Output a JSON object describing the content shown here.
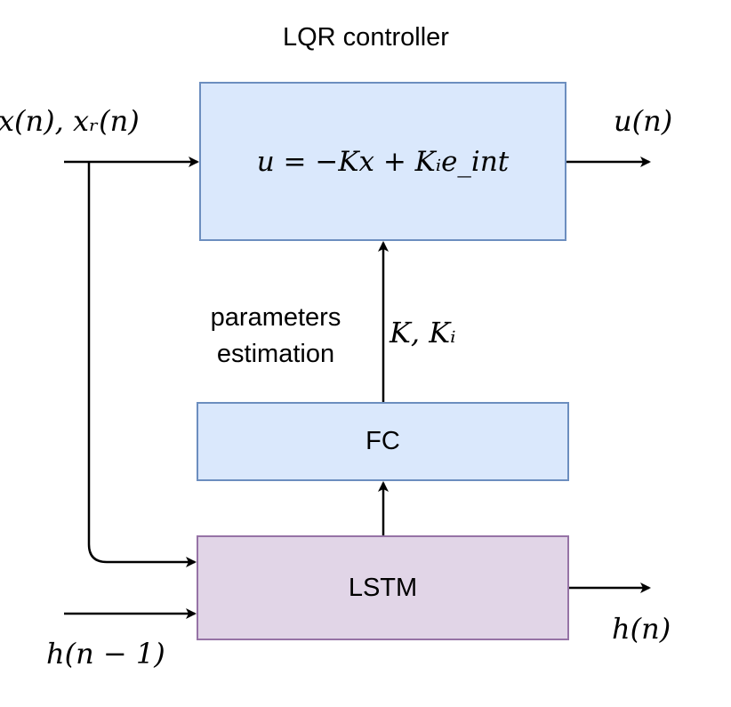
{
  "diagram": {
    "title": "LQR controller",
    "lqr_block": {
      "formula": "u = −Kx + Kᵢe_int"
    },
    "fc_block": {
      "label": "FC"
    },
    "lstm_block": {
      "label": "LSTM"
    },
    "annotation": {
      "line1": "parameters",
      "line2": "estimation"
    },
    "signals": {
      "input": "x(n), xᵣ(n)",
      "output_u": "u(n)",
      "gains": "K, Kᵢ",
      "hidden_out": "h(n)",
      "hidden_in": "h(n − 1)"
    }
  }
}
